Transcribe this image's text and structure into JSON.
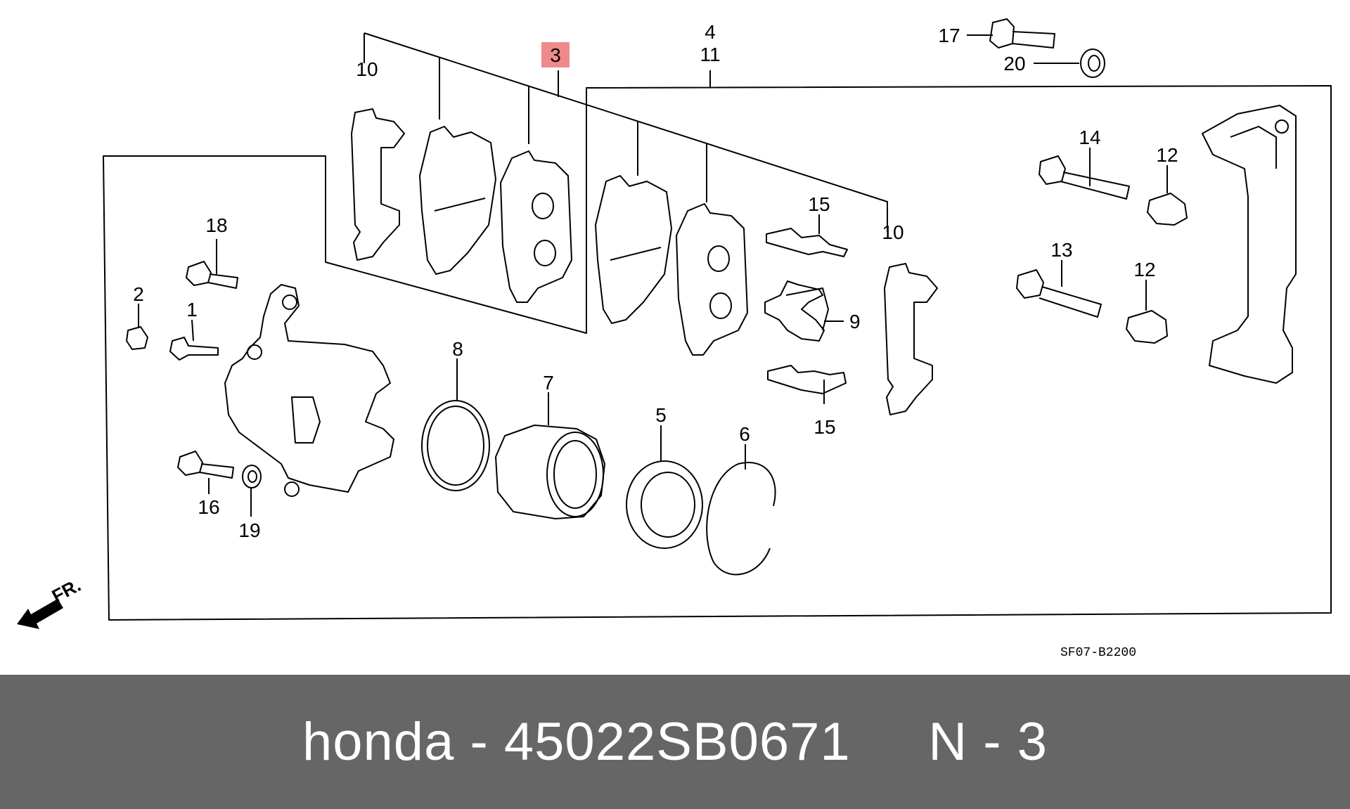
{
  "diagram": {
    "drawing_code": "SF07-B2200",
    "direction_label": "FR.",
    "highlight_color": "#f08a8a",
    "callouts": {
      "c3": "3",
      "c4": "4",
      "c11": "11",
      "c17": "17",
      "c20": "20",
      "c10a": "10",
      "c10b": "10",
      "c14": "14",
      "c12a": "12",
      "c12b": "12",
      "c13": "13",
      "c15a": "15",
      "c15b": "15",
      "c9": "9",
      "c18": "18",
      "c2": "2",
      "c1": "1",
      "c8": "8",
      "c7": "7",
      "c5": "5",
      "c6": "6",
      "c16": "16",
      "c19": "19"
    }
  },
  "caption": {
    "brand": "honda",
    "sep1": " - ",
    "part_number": "45022SB0671",
    "gap": "     ",
    "ref_label": "N",
    "sep2": " - ",
    "ref_number": "3"
  },
  "colors": {
    "caption_bar": "#666666",
    "caption_text": "#ffffff",
    "line": "#000000"
  }
}
